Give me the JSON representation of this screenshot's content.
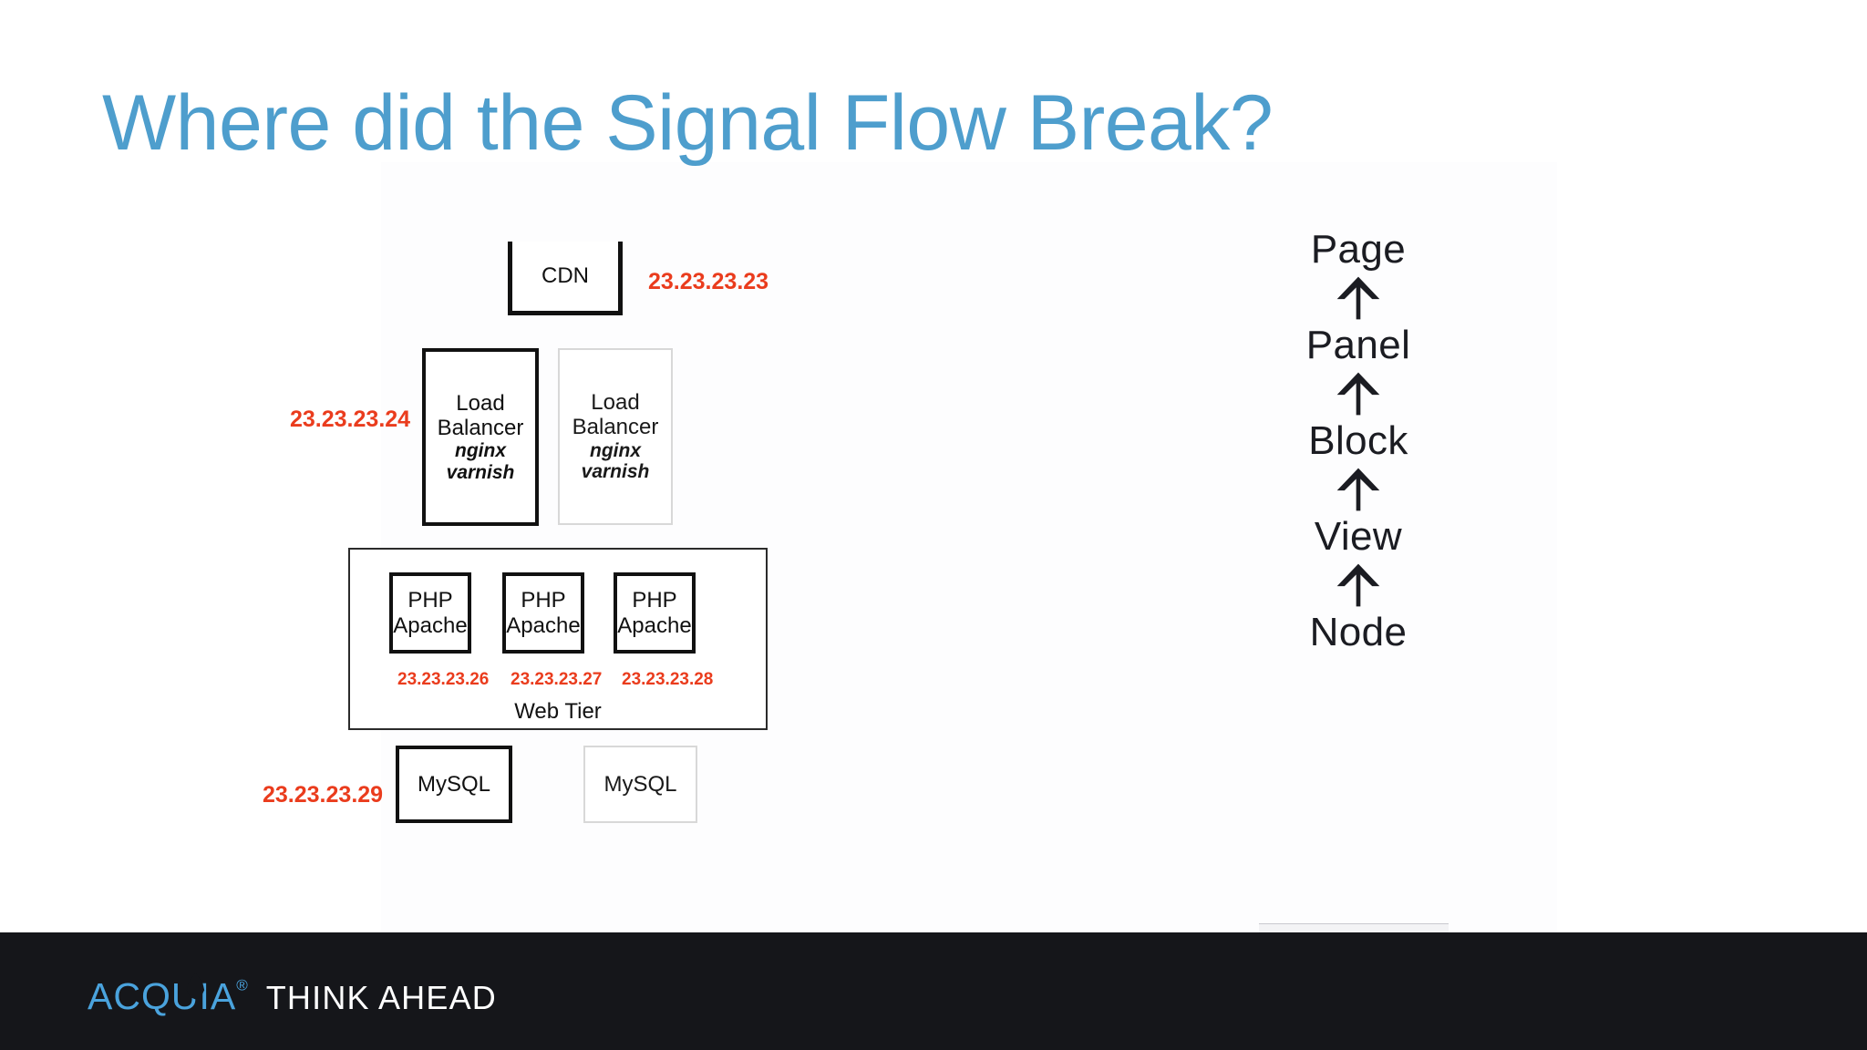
{
  "slide": {
    "title": "Where did the Signal Flow Break?"
  },
  "colors": {
    "title_blue": "#4e9ecd",
    "ip_red": "#ea3c1d",
    "footer_bg": "#15161a",
    "brand_blue": "#4aa3dd",
    "box_stroke": "#111111",
    "faint_stroke": "#d8d8d8"
  },
  "architecture": {
    "cdn": {
      "label": "CDN",
      "ip": "23.23.23.23"
    },
    "load_balancers": {
      "ip": "23.23.23.24",
      "active": {
        "line1": "Load",
        "line2": "Balancer",
        "sub1": "nginx",
        "sub2": "varnish"
      },
      "standby": {
        "line1": "Load",
        "line2": "Balancer",
        "sub1": "nginx",
        "sub2": "varnish"
      }
    },
    "web_tier": {
      "label": "Web Tier",
      "nodes": [
        {
          "line1": "PHP",
          "line2": "Apache",
          "ip": "23.23.23.26"
        },
        {
          "line1": "PHP",
          "line2": "Apache",
          "ip": "23.23.23.27"
        },
        {
          "line1": "PHP",
          "line2": "Apache",
          "ip": "23.23.23.28"
        }
      ]
    },
    "database": {
      "ip": "23.23.23.29",
      "primary": {
        "label": "MySQL"
      },
      "replica": {
        "label": "MySQL"
      }
    }
  },
  "signal_flow": {
    "arrow_icon": "arrow-up-icon",
    "levels": [
      {
        "label": "Page"
      },
      {
        "label": "Panel"
      },
      {
        "label": "Block"
      },
      {
        "label": "View"
      },
      {
        "label": "Node"
      }
    ]
  },
  "footer": {
    "brand": "Acquia",
    "registered_mark": "®",
    "tagline": "THINK AHEAD"
  }
}
